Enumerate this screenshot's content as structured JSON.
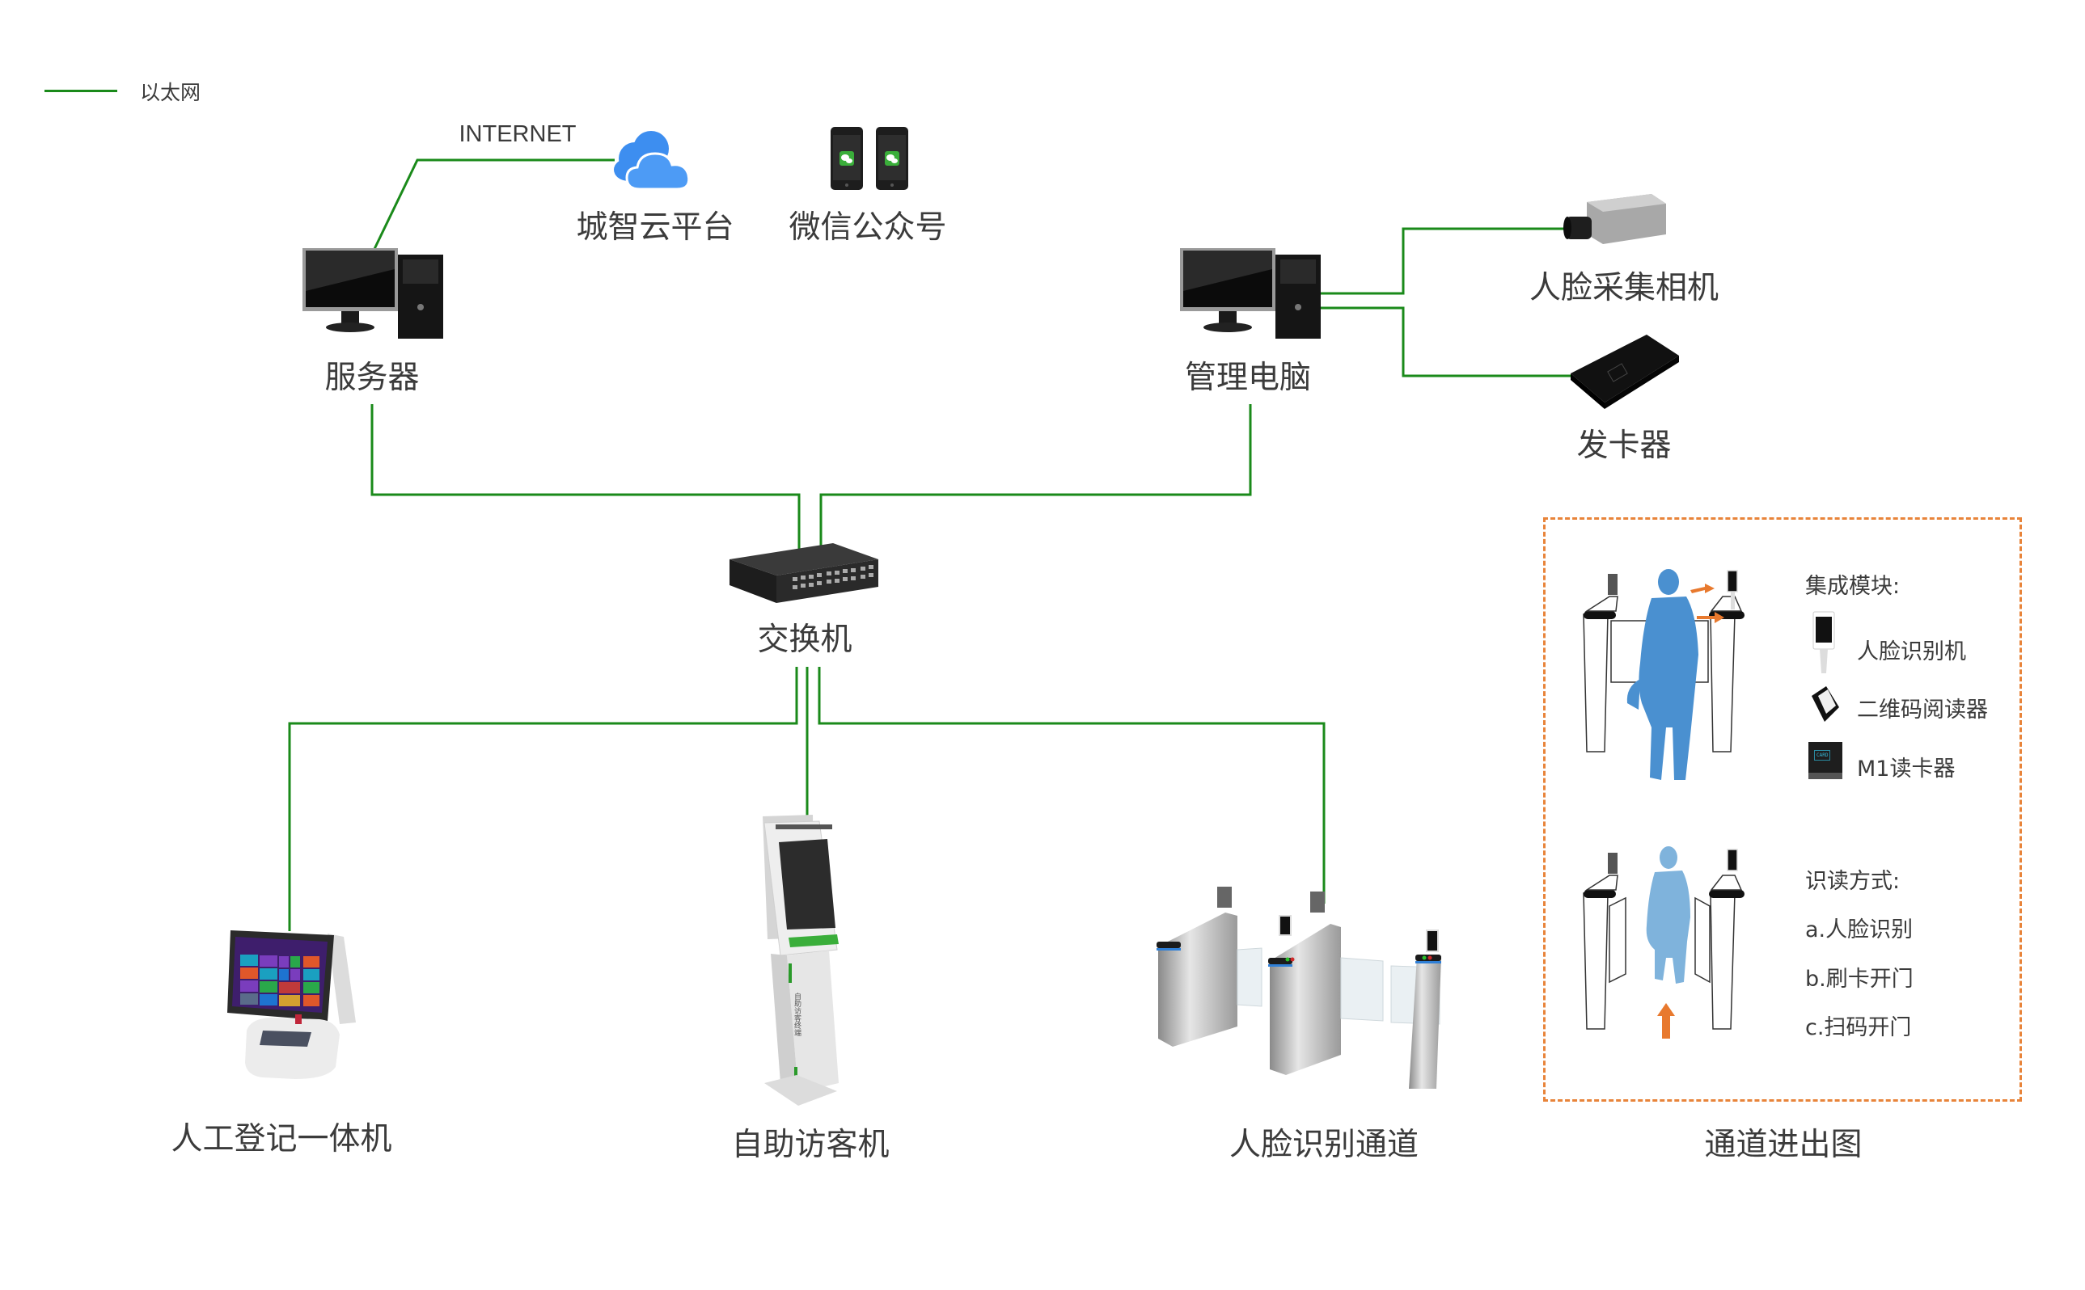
{
  "legend": {
    "label": "以太网",
    "line_color": "#1a8a1a"
  },
  "colors": {
    "ethernet": "#1a8a1a",
    "dashed_box": "#e8843a",
    "cloud": "#3d8ef0",
    "person": "#4a90d0",
    "person_light": "#7fb3dc",
    "arrow": "#e8792e",
    "text": "#3b3b3b"
  },
  "top": {
    "internet_label": "INTERNET",
    "cloud_label": "城智云平台",
    "wechat_label": "微信公众号"
  },
  "nodes": {
    "server": "服务器",
    "management_pc": "管理电脑",
    "face_camera": "人脸采集相机",
    "card_issuer": "发卡器",
    "switch": "交换机",
    "manual_registration": "人工登记一体机",
    "self_service_kiosk": "自助访客机",
    "face_gate": "人脸识别通道",
    "gate_flow": "通道进出图"
  },
  "kiosk_panel_text": "自助访客终端",
  "legend_box": {
    "modules_title": "集成模块:",
    "modules": [
      {
        "icon": "face-terminal",
        "label": "人脸识别机"
      },
      {
        "icon": "qr-reader",
        "label": "二维码阅读器"
      },
      {
        "icon": "card-reader",
        "label": "M1读卡器",
        "card_text": "CARD"
      }
    ],
    "methods_title": "识读方式:",
    "methods": [
      "a.人脸识别",
      "b.刷卡开门",
      "c.扫码开门"
    ]
  }
}
